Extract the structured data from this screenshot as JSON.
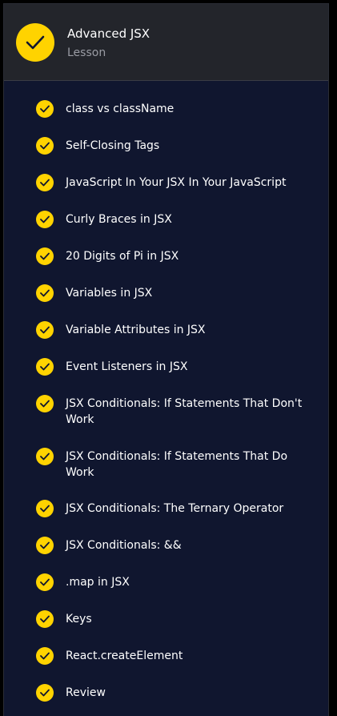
{
  "header": {
    "title": "Advanced JSX",
    "subtitle": "Lesson",
    "icon": "checkmark-icon",
    "accent_color": "#ffd300"
  },
  "items": [
    {
      "label": "class vs className",
      "completed": true
    },
    {
      "label": "Self-Closing Tags",
      "completed": true
    },
    {
      "label": "JavaScript In Your JSX In Your JavaScript",
      "completed": true
    },
    {
      "label": "Curly Braces in JSX",
      "completed": true
    },
    {
      "label": "20 Digits of Pi in JSX",
      "completed": true
    },
    {
      "label": "Variables in JSX",
      "completed": true
    },
    {
      "label": "Variable Attributes in JSX",
      "completed": true
    },
    {
      "label": "Event Listeners in JSX",
      "completed": true
    },
    {
      "label": "JSX Conditionals: If Statements That Don't Work",
      "completed": true
    },
    {
      "label": "JSX Conditionals: If Statements That Do Work",
      "completed": true
    },
    {
      "label": "JSX Conditionals: The Ternary Operator",
      "completed": true
    },
    {
      "label": "JSX Conditionals: &&",
      "completed": true
    },
    {
      "label": ".map in JSX",
      "completed": true
    },
    {
      "label": "Keys",
      "completed": true
    },
    {
      "label": "React.createElement",
      "completed": true
    },
    {
      "label": "Review",
      "completed": true
    }
  ]
}
